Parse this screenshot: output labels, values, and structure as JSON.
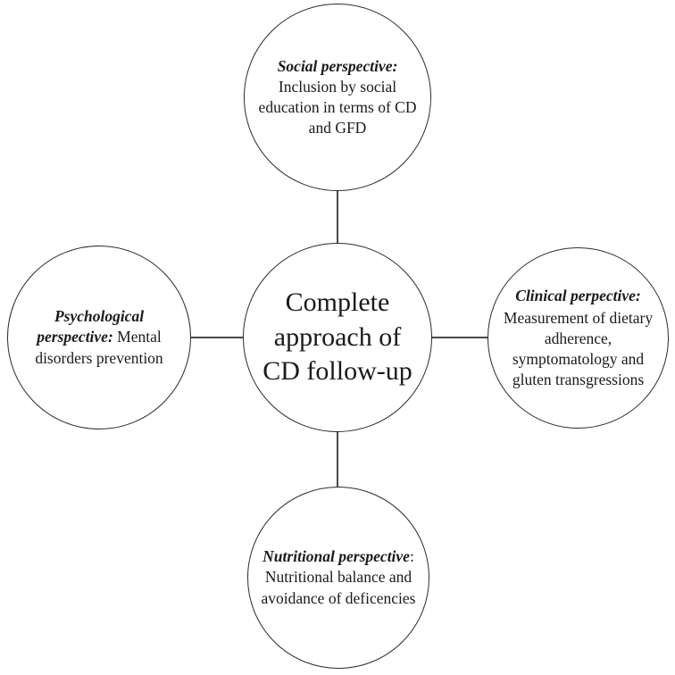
{
  "diagram": {
    "type": "hub-and-spoke",
    "title": "Complete approach of CD follow-up",
    "background_color": "#ffffff",
    "stroke_color": "#2b2b2b",
    "connector_color": "#4a4a4a",
    "text_color": "#1a1a1a",
    "center": {
      "id": "center",
      "text": "Complete approach of CD follow-up"
    },
    "nodes": [
      {
        "id": "social",
        "position": "top",
        "label": "Social perspective:",
        "body": "Inclusion by social education in terms of CD and GFD"
      },
      {
        "id": "clinical",
        "position": "right",
        "label": "Clinical perpective:",
        "body": "Measurement of dietary adherence, symptomatology and gluten transgressions"
      },
      {
        "id": "nutritional",
        "position": "bottom",
        "label": "Nutritional perspective",
        "body": ": Nutritional balance and avoidance of deficencies"
      },
      {
        "id": "psychological",
        "position": "left",
        "label": "Psychological perspective:",
        "body": " Mental disorders prevention"
      }
    ],
    "connectors": [
      {
        "id": "top",
        "from": "center",
        "to": "social"
      },
      {
        "id": "right",
        "from": "center",
        "to": "clinical"
      },
      {
        "id": "bottom",
        "from": "center",
        "to": "nutritional"
      },
      {
        "id": "left",
        "from": "center",
        "to": "psychological"
      }
    ]
  }
}
